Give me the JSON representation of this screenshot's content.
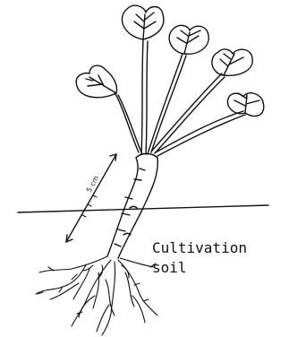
{
  "diagram": {
    "callout_line1": "Cultivation",
    "callout_line2": "soil",
    "dimension_mark": "5 cm"
  }
}
